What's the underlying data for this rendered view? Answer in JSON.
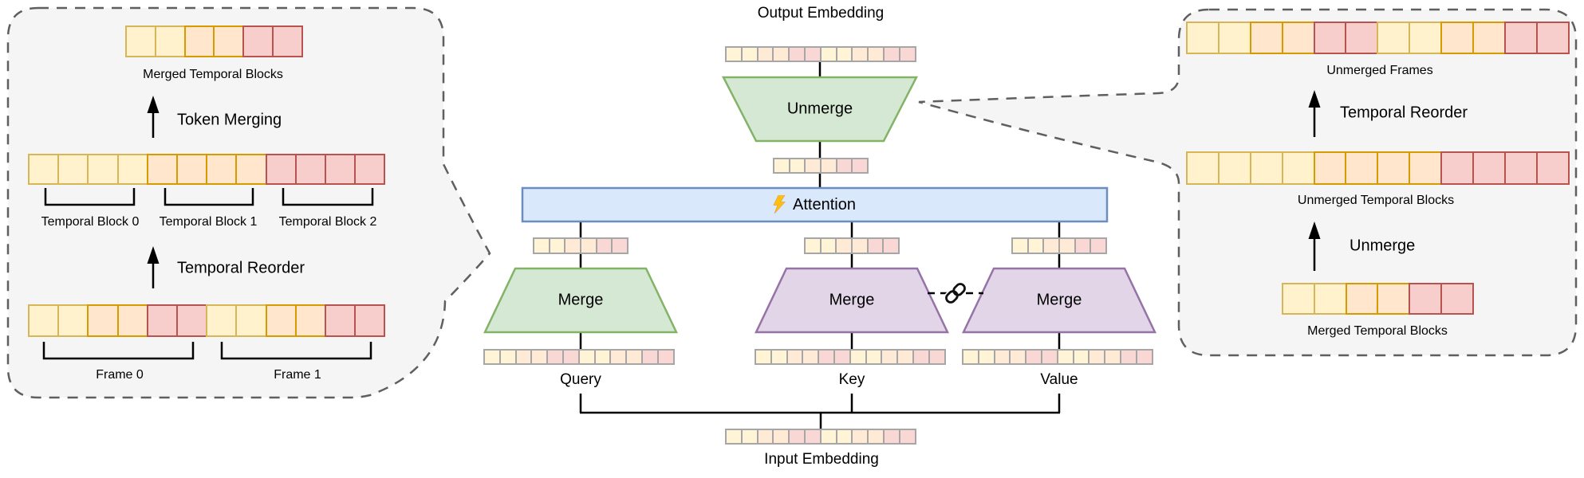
{
  "palette": {
    "yellow": {
      "fill": "#FFF2CC",
      "stroke": "#D6B656"
    },
    "orange": {
      "fill": "#FFE6CC",
      "stroke": "#D79B00"
    },
    "red": {
      "fill": "#F8CECC",
      "stroke": "#B85450"
    },
    "green": {
      "fill": "#D5E8D4",
      "stroke": "#82B366"
    },
    "purple": {
      "fill": "#E1D5E7",
      "stroke": "#9673A6"
    },
    "blue": {
      "fill": "#DAE8FC",
      "stroke": "#6C8EBF"
    },
    "panel": {
      "fill": "#F5F5F5",
      "stroke": "#5F5F5F"
    },
    "bolt": {
      "fill": "#FFC10E",
      "stroke": "#E8A33D"
    },
    "soft_border": "#A6A6A6",
    "line": "#000000"
  },
  "tokens": {
    "merged6": [
      "yellow",
      "yellow",
      "orange",
      "orange",
      "red",
      "red"
    ],
    "blocks12": [
      "yellow",
      "yellow",
      "yellow",
      "yellow",
      "orange",
      "orange",
      "orange",
      "orange",
      "red",
      "red",
      "red",
      "red"
    ],
    "frames12": [
      "yellow",
      "yellow",
      "orange",
      "orange",
      "red",
      "red",
      "yellow",
      "yellow",
      "orange",
      "orange",
      "red",
      "red"
    ]
  },
  "left_panel": {
    "merged_label": "Merged Temporal Blocks",
    "token_merging": "Token Merging",
    "temporal_blocks": [
      "Temporal Block 0",
      "Temporal Block 1",
      "Temporal Block 2"
    ],
    "temporal_reorder": "Temporal Reorder",
    "frames": [
      "Frame 0",
      "Frame 1"
    ]
  },
  "center": {
    "output_embedding": "Output Embedding",
    "unmerge": "Unmerge",
    "attention": "Attention",
    "merge": "Merge",
    "qkv": [
      "Query",
      "Key",
      "Value"
    ],
    "input_embedding": "Input Embedding"
  },
  "right_panel": {
    "unmerged_frames": "Unmerged Frames",
    "temporal_reorder": "Temporal Reorder",
    "unmerged_temporal_blocks": "Unmerged Temporal Blocks",
    "unmerge": "Unmerge",
    "merged_temporal_blocks": "Merged Temporal Blocks"
  }
}
